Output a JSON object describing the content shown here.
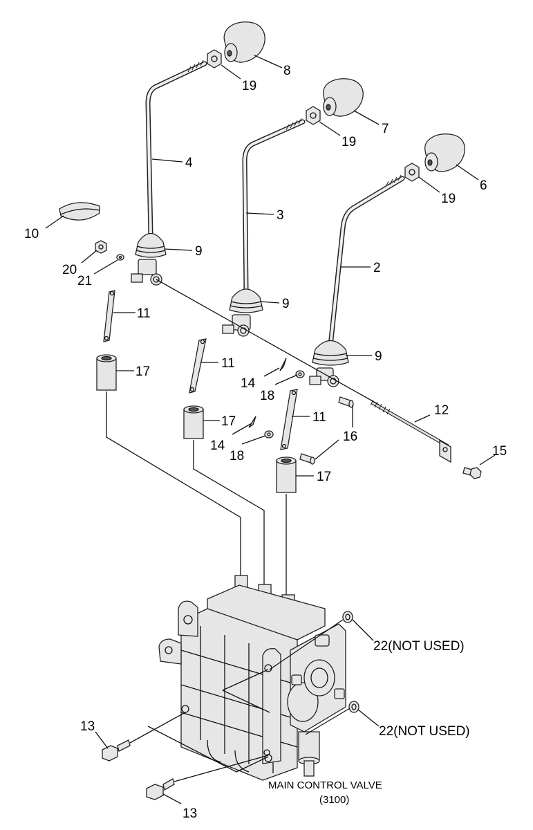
{
  "labels": {
    "knob_8": "8",
    "nut_19a": "19",
    "knob_7": "7",
    "nut_19b": "19",
    "knob_6": "6",
    "nut_19c": "19",
    "lever_4": "4",
    "lever_3": "3",
    "lever_2": "2",
    "cap_10": "10",
    "boot_9a": "9",
    "boot_9b": "9",
    "boot_9c": "9",
    "nut_20": "20",
    "washer_21": "21",
    "link_11a": "11",
    "link_11b": "11",
    "link_11c": "11",
    "bushing_17a": "17",
    "bushing_17b": "17",
    "bushing_17c": "17",
    "pin_14a": "14",
    "pin_14b": "14",
    "washer_18a": "18",
    "washer_18b": "18",
    "shaft_12": "12",
    "pin_16": "16",
    "bolt_15": "15",
    "oring_22a": "22(NOT USED)",
    "oring_22b": "22(NOT USED)",
    "bolt_13a": "13",
    "bolt_13b": "13"
  },
  "caption": {
    "line1": "MAIN CONTROL VALVE",
    "line2": "(3100)"
  }
}
